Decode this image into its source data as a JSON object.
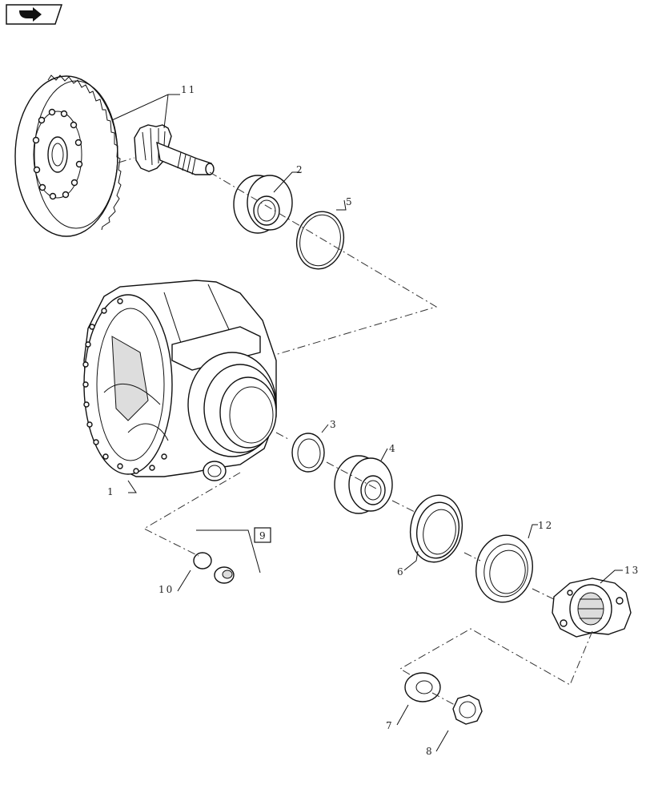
{
  "toolbar": {
    "nav_icon": "arrow-right-icon"
  },
  "callouts": {
    "c1": "1",
    "c2": "2",
    "c3": "3",
    "c4": "4",
    "c5": "5",
    "c6": "6",
    "c7": "7",
    "c8": "8",
    "c9": "9",
    "c10": "10",
    "c11": "11",
    "c12": "12",
    "c13": "13"
  }
}
